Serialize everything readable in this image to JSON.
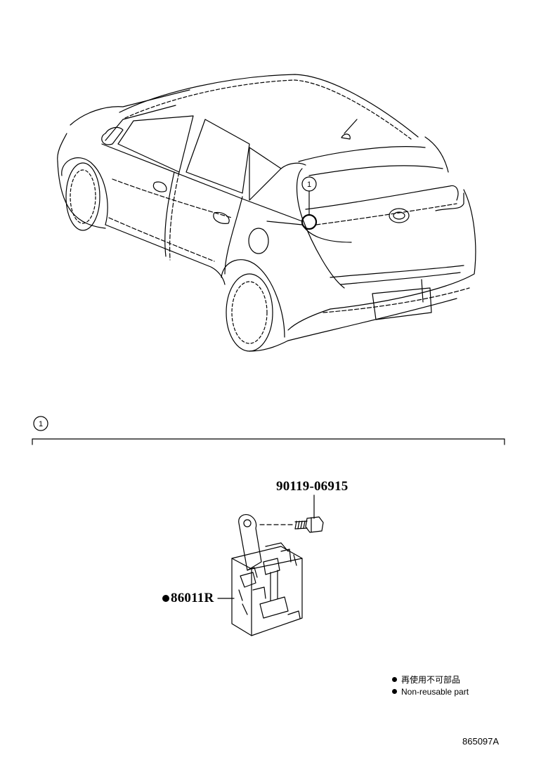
{
  "callout_ref": "1",
  "parts": {
    "bolt": "90119-06915",
    "unit": "86011R"
  },
  "legend": {
    "line1": "再使用不可部品",
    "line2": "Non-reusable part"
  },
  "illustration_code": "865097A"
}
